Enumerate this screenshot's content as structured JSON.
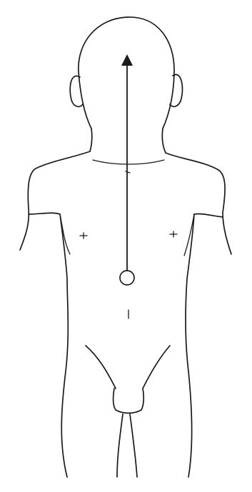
{
  "figure": {
    "subject": "front-view-child-body-outline",
    "line_color": "#1a1a1a",
    "background": "#ffffff",
    "marker": {
      "start": "circle-at-umbilicus",
      "direction": "upward",
      "end": "arrowhead-at-head"
    }
  }
}
